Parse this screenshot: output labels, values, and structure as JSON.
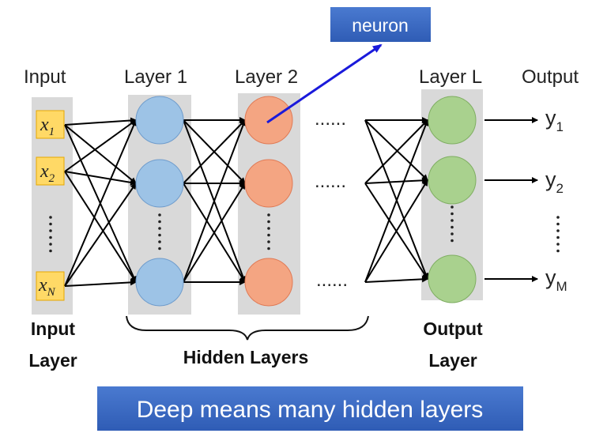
{
  "neuron_callout": "neuron",
  "column_headers": {
    "input": "Input",
    "layer1": "Layer 1",
    "layer2": "Layer 2",
    "layerL": "Layer L",
    "output": "Output"
  },
  "inputs": [
    {
      "base": "x",
      "sub": "1"
    },
    {
      "base": "x",
      "sub": "2"
    },
    {
      "base": "x",
      "sub": "N"
    }
  ],
  "outputs": [
    {
      "base": "y",
      "sub": "1"
    },
    {
      "base": "y",
      "sub": "2"
    },
    {
      "base": "y",
      "sub": "M"
    }
  ],
  "ellipsis": "......",
  "bottom_labels": {
    "input_layer": [
      "Input",
      "Layer"
    ],
    "hidden_layers": "Hidden Layers",
    "output_layer": [
      "Output",
      "Layer"
    ]
  },
  "banner": "Deep means many hidden layers",
  "colors": {
    "layer1": "#9dc3e6",
    "layer2": "#f4a582",
    "layerL": "#a9d18e",
    "input_box": "#ffd966",
    "column_bg": "#d9d9d9",
    "banner": "#3e6cc4",
    "callout_arrow": "#1a1adb"
  }
}
